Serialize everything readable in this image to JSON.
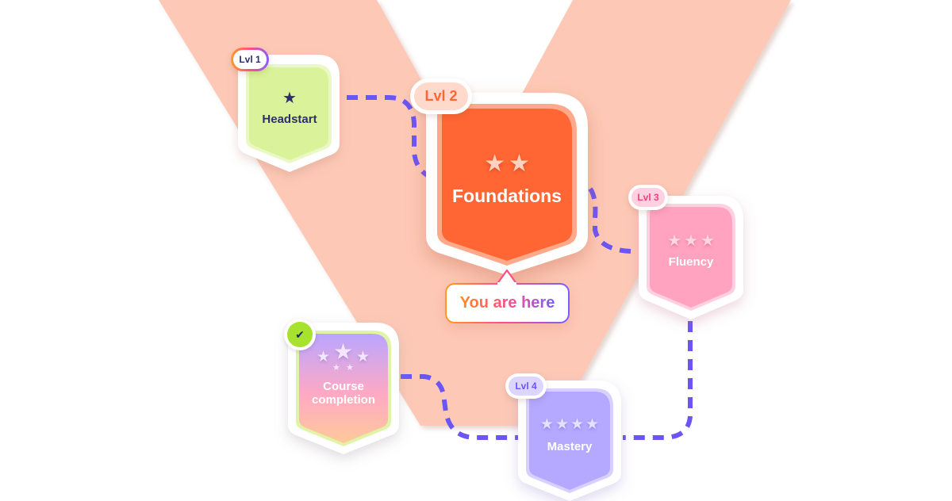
{
  "colors": {
    "background": "#ffffff",
    "v_shape": "#fdc9b6",
    "path_dash": "#6b55f5",
    "lvl1_fill": "#daf39a",
    "lvl2_fill": "#ff6633",
    "lvl3_fill": "#ffa3c1",
    "lvl4_fill": "#b4a8ff",
    "completion_gradient": [
      "#b9a6ff",
      "#ffa9c4",
      "#ffc99a"
    ],
    "check_green": "#a6e22e",
    "title_dark": "#2c2f6b"
  },
  "levels": [
    {
      "badge": "Lvl 1",
      "title": "Headstart",
      "stars": 1,
      "state": "completed"
    },
    {
      "badge": "Lvl 2",
      "title": "Foundations",
      "stars": 2,
      "state": "current"
    },
    {
      "badge": "Lvl 3",
      "title": "Fluency",
      "stars": 3,
      "state": "locked"
    },
    {
      "badge": "Lvl 4",
      "title": "Mastery",
      "stars": 4,
      "state": "locked"
    }
  ],
  "completion": {
    "title_line1": "Course",
    "title_line2": "completion",
    "stars": 5,
    "check_icon": "checkmark-icon"
  },
  "current_marker": {
    "label": "You are here"
  },
  "icons": {
    "star": "★",
    "check": "✔"
  }
}
